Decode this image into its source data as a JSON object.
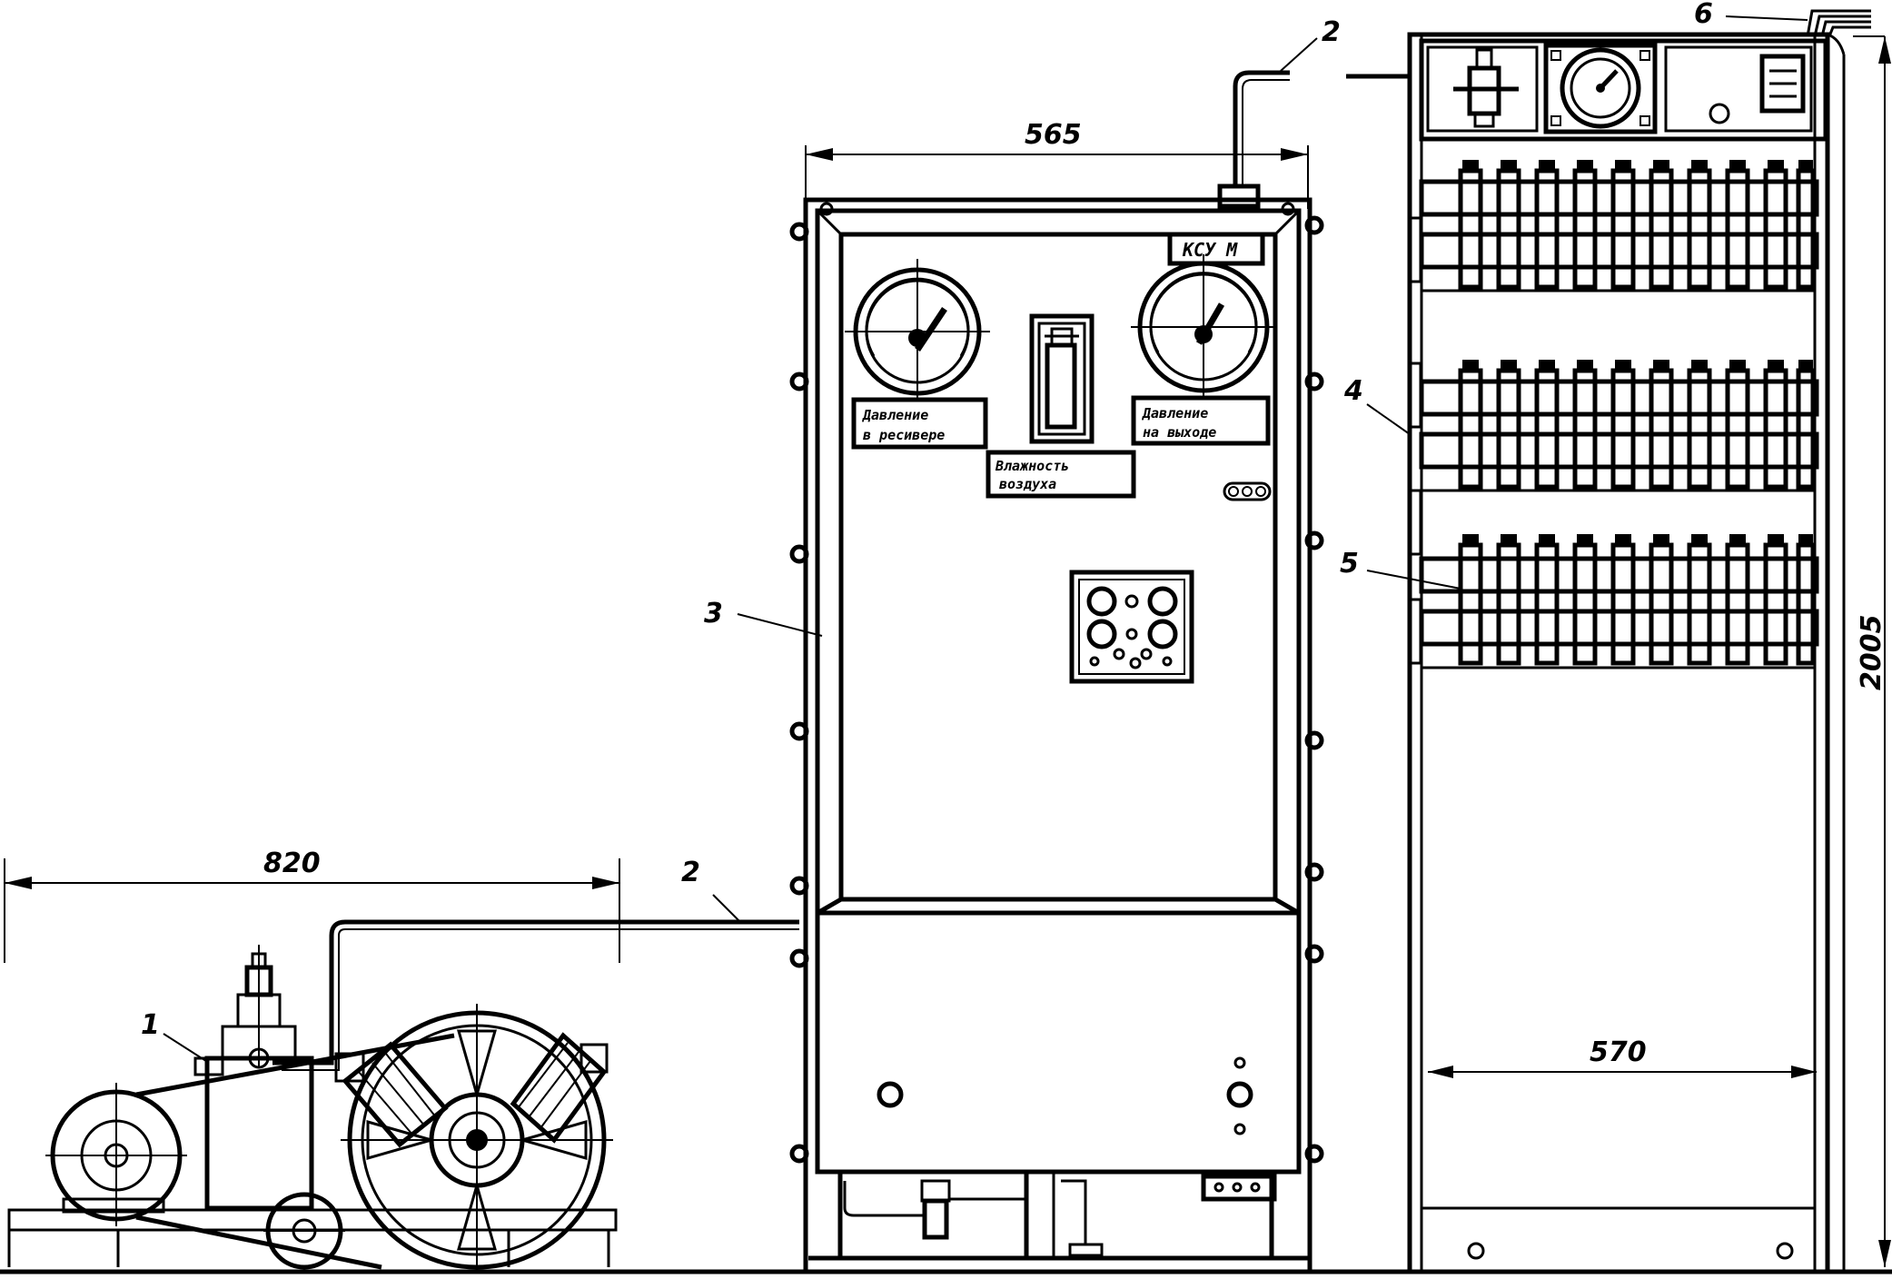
{
  "dimensions": {
    "compressor_width": "820",
    "cabinet_width": "565",
    "rack_width": "570",
    "rack_height": "2005"
  },
  "callouts": {
    "compressor": "1",
    "pipe_top": "2",
    "pipe_bottom": "2",
    "cabinet": "3",
    "manifold": "4",
    "flowmeter": "5",
    "outlet_hoses": "6"
  },
  "panel": {
    "nameplate": "КСУ  М",
    "gauge_left_label_line1": "Давление",
    "gauge_left_label_line2": "в ресивере",
    "gauge_right_label_line1": "Давление",
    "gauge_right_label_line2": "на выходе",
    "humidity_label_line1": "Влажность",
    "humidity_label_line2": "воздуха"
  }
}
